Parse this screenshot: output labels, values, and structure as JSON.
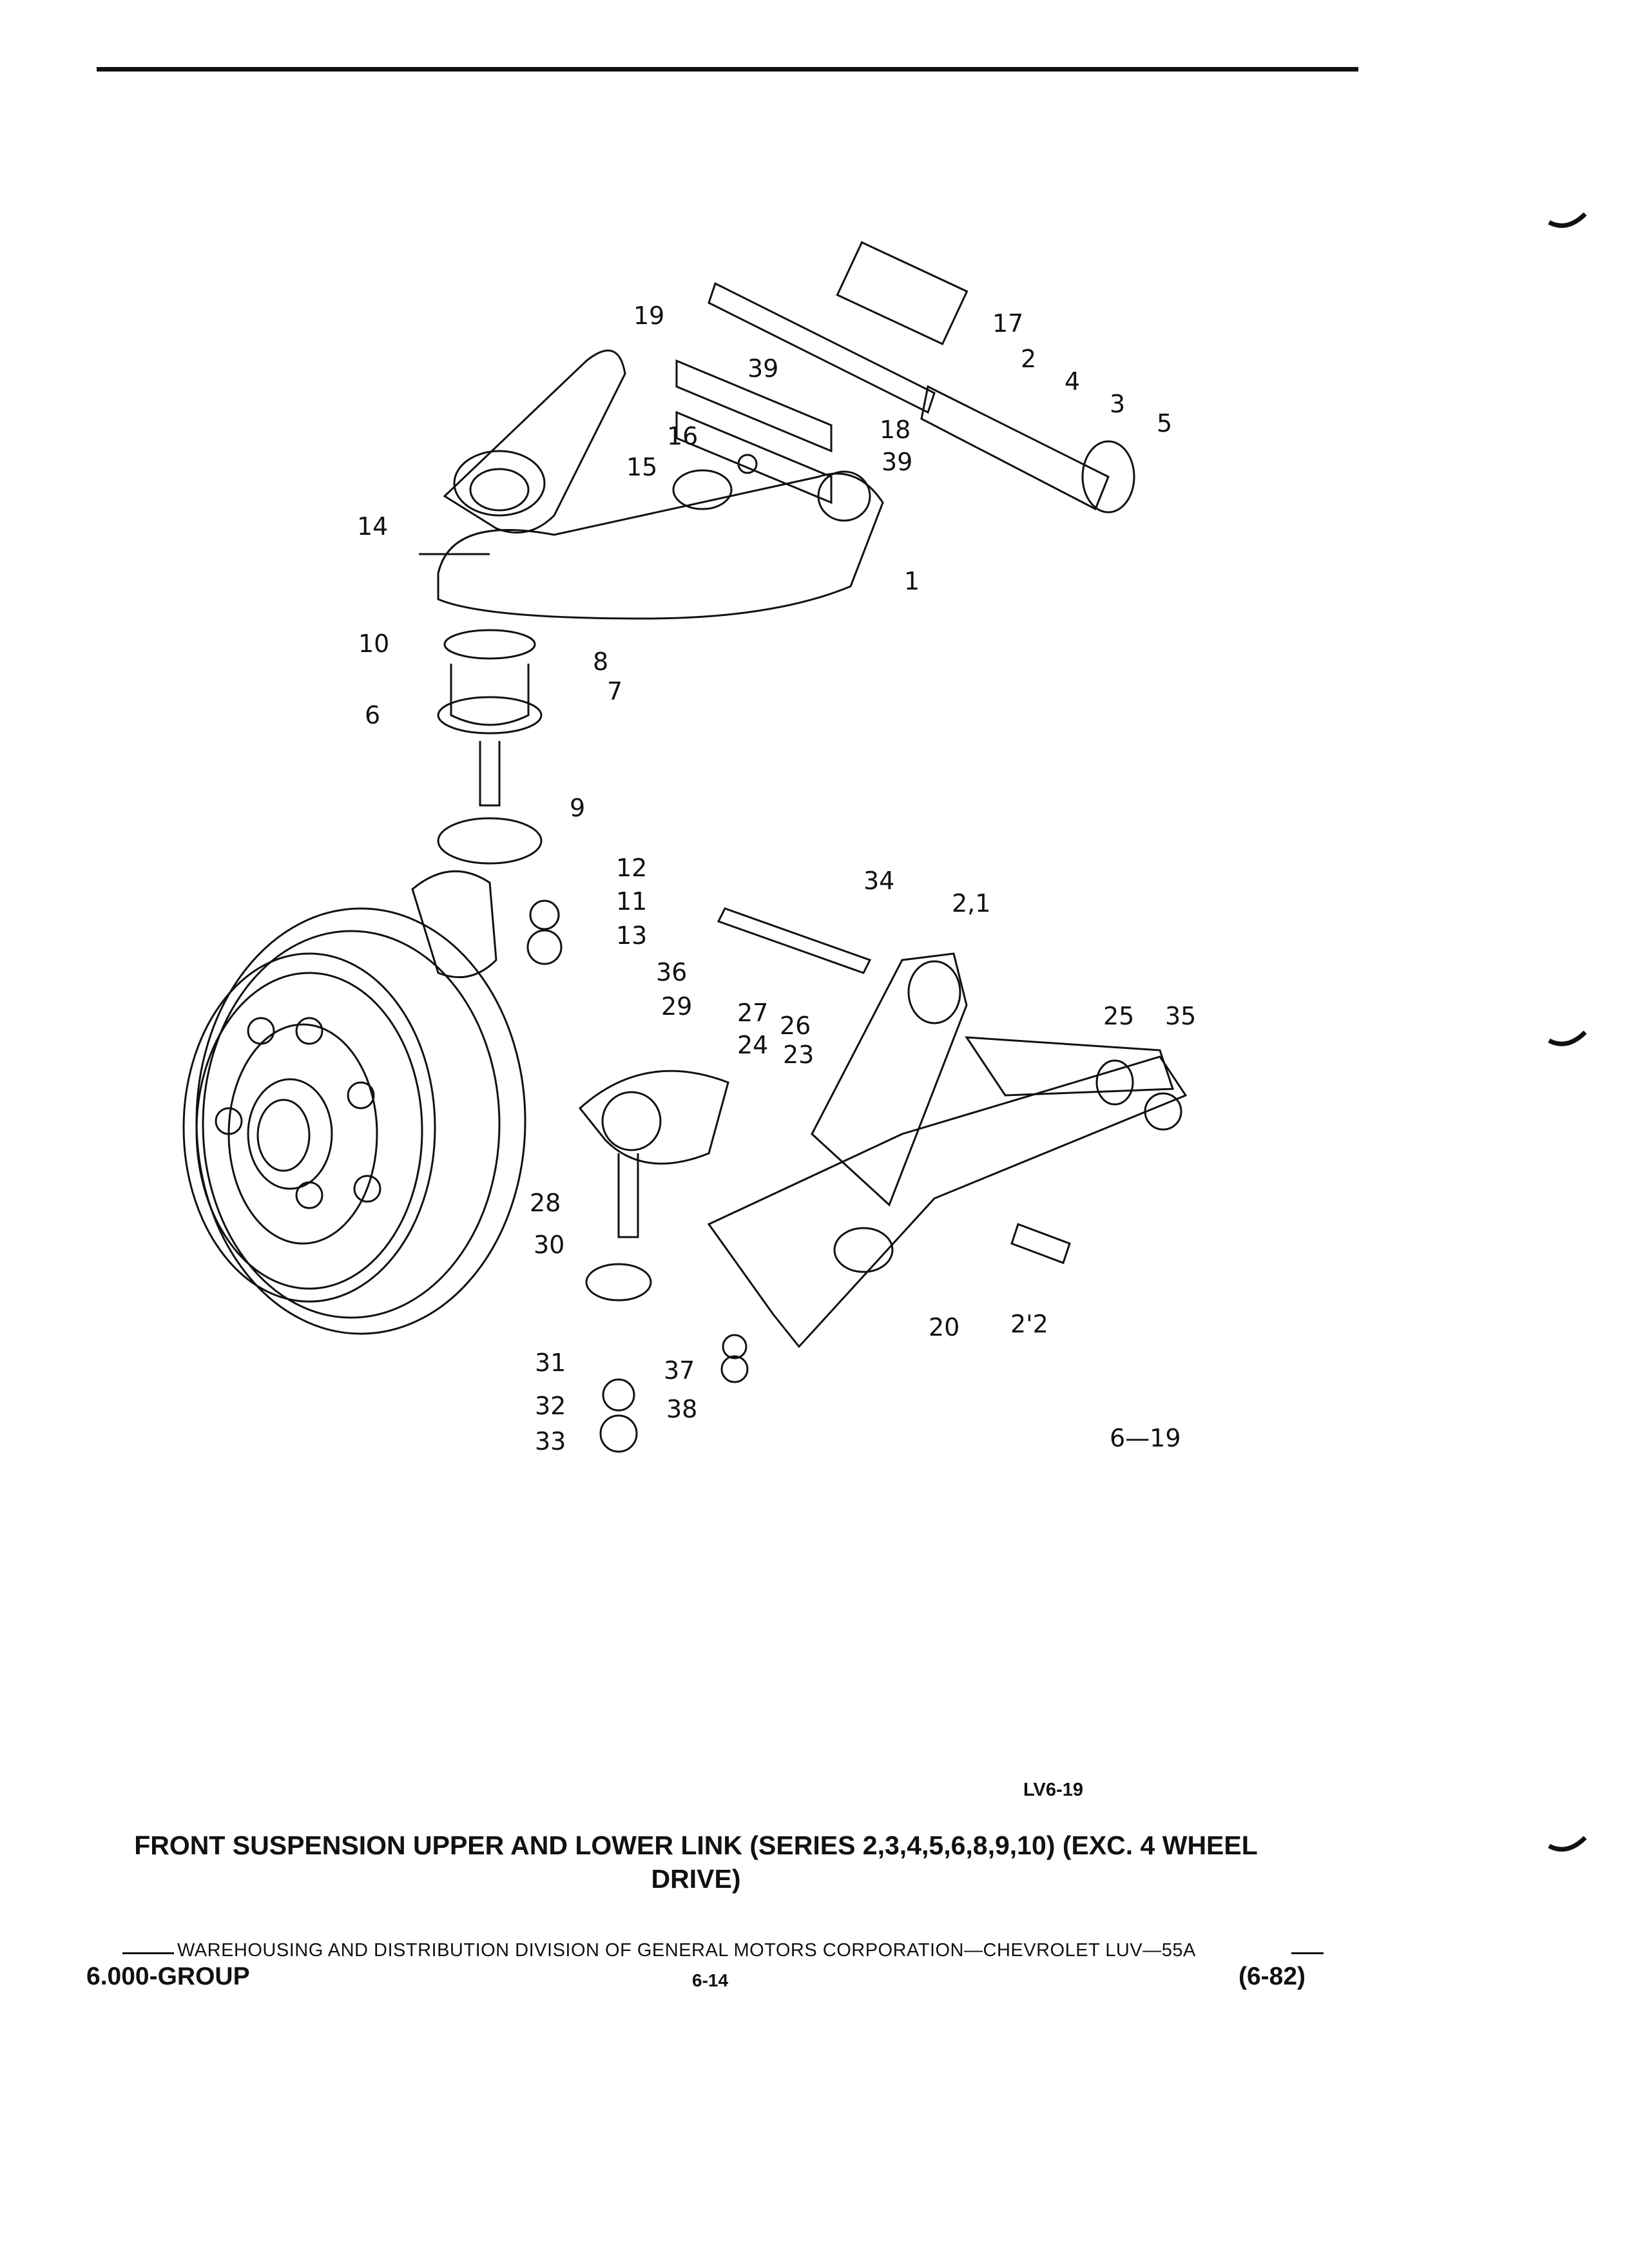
{
  "diagram": {
    "callouts": [
      "1",
      "2",
      "3",
      "4",
      "5",
      "6",
      "7",
      "8",
      "9",
      "10",
      "11",
      "12",
      "13",
      "14",
      "15",
      "16",
      "17",
      "18",
      "19",
      "20",
      "2,1",
      "2'2",
      "23",
      "24",
      "25",
      "26",
      "27",
      "28",
      "29",
      "30",
      "31",
      "32",
      "33",
      "34",
      "35",
      "36",
      "37",
      "38",
      "39",
      "39"
    ],
    "drawing_number": "6—19",
    "figure_id": "LV6-19"
  },
  "title": "FRONT SUSPENSION UPPER AND LOWER LINK (SERIES 2,3,4,5,6,8,9,10) (EXC. 4 WHEEL DRIVE)",
  "footer": {
    "line": "WAREHOUSING AND DISTRIBUTION  DIVISION OF GENERAL MOTORS CORPORATION—CHEVROLET LUV—55A",
    "group": "6.000-GROUP",
    "page": "6-14",
    "date": "(6-82)"
  }
}
